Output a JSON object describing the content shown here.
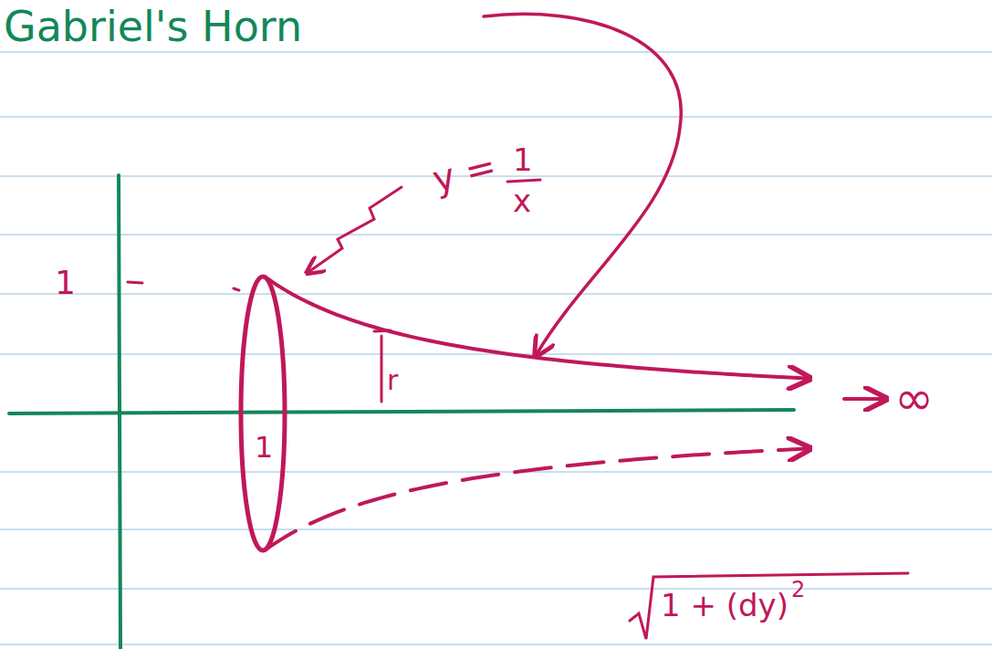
{
  "diagram": {
    "title": "Gabriel's Horn",
    "labels": [
      "y =",
      "1",
      "x",
      "1",
      "r",
      "1",
      "∞",
      "1 + (dy)",
      "2"
    ]
  }
}
